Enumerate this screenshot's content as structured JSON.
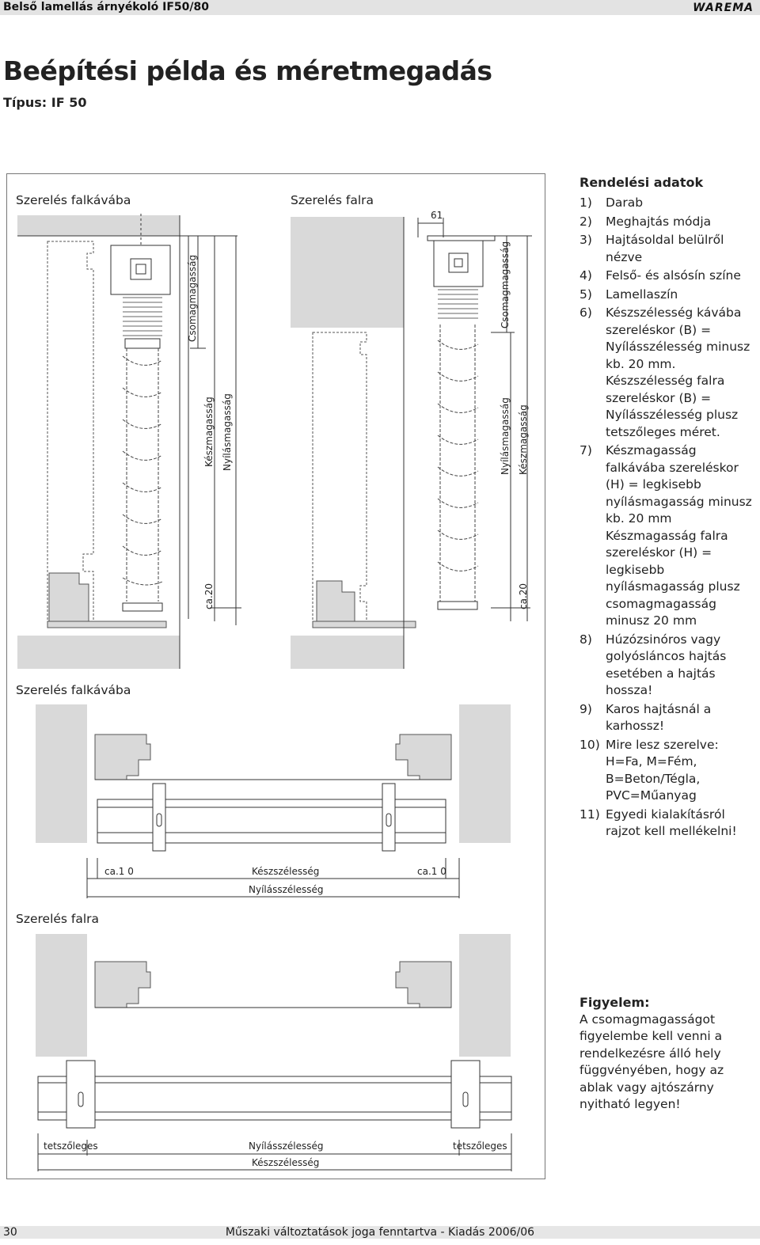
{
  "header": {
    "title": "Belső lamellás árnyékoló IF50/80",
    "logo": "WAREMA"
  },
  "heading": {
    "title": "Beépítési példa és méretmegadás",
    "subtitle": "Típus: IF 50"
  },
  "drawing_labels": {
    "wall_recess_1": "Szerelés falkávába",
    "on_wall_1": "Szerelés falra",
    "wall_recess_2": "Szerelés falkávába",
    "on_wall_2": "Szerelés falra",
    "dim_61": "61",
    "package_height_1": "Csomagmagasság",
    "finished_height_1": "Készmagasság",
    "opening_height_1": "Nyílásmagasság",
    "ca20_1": "ca.20",
    "package_height_2": "Csomagmagasság",
    "opening_height_2": "Nyílásmagasság",
    "finished_height_2": "Készmagasság",
    "ca20_2": "ca.20",
    "ca10_left": "ca.1 0",
    "finished_width_1": "Készszélesség",
    "ca10_right": "ca.1 0",
    "opening_width_1": "Nyílásszélesség",
    "arbitrary_left": "tetszőleges",
    "opening_width_2": "Nyílásszélesség",
    "arbitrary_right": "tetszőleges",
    "finished_width_2": "Készszélesség"
  },
  "order_data": {
    "title": "Rendelési adatok",
    "items": [
      {
        "num": "1)",
        "text": "Darab"
      },
      {
        "num": "2)",
        "text": "Meghajtás módja"
      },
      {
        "num": "3)",
        "text": "Hajtásoldal belülről nézve"
      },
      {
        "num": "4)",
        "text": "Felső- és alsósín színe"
      },
      {
        "num": "5)",
        "text": "Lamellaszín"
      },
      {
        "num": "6)",
        "text": "Készszélesség kávába szereléskor (B) = Nyílásszélesség minusz kb. 20 mm. Készszélesség falra szereléskor (B) = Nyílásszélesség plusz tetszőleges méret."
      },
      {
        "num": "7)",
        "text": "Készmagasság falkávába szereléskor (H) = legkisebb nyílásmagasság minusz kb. 20 mm Készmagasság falra szereléskor (H) = legkisebb nyílásmagasság plusz csomagmagasság minusz 20 mm"
      },
      {
        "num": "8)",
        "text": "Húzózsinóros vagy golyósláncos hajtás esetében a hajtás hossza!"
      },
      {
        "num": "9)",
        "text": "Karos hajtásnál a karhossz!"
      },
      {
        "num": "10)",
        "text": "Mire lesz szerelve: H=Fa, M=Fém, B=Beton/Tégla, PVC=Műanyag"
      },
      {
        "num": "11)",
        "text": "Egyedi kialakításról rajzot kell mellékelni!"
      }
    ]
  },
  "warning": {
    "title": "Figyelem:",
    "text": "A csomagmagasságot figyelembe kell venni a rendelkezésre álló hely függvényében, hogy az ablak vagy ajtószárny nyitható legyen!"
  },
  "footer": {
    "page": "30",
    "note": "Műszaki változtatások joga fenntartva - Kiadás 2006/06"
  },
  "colors": {
    "wall_gray": "#d9d9d9",
    "line": "#333333",
    "band": "#e3e3e3"
  }
}
